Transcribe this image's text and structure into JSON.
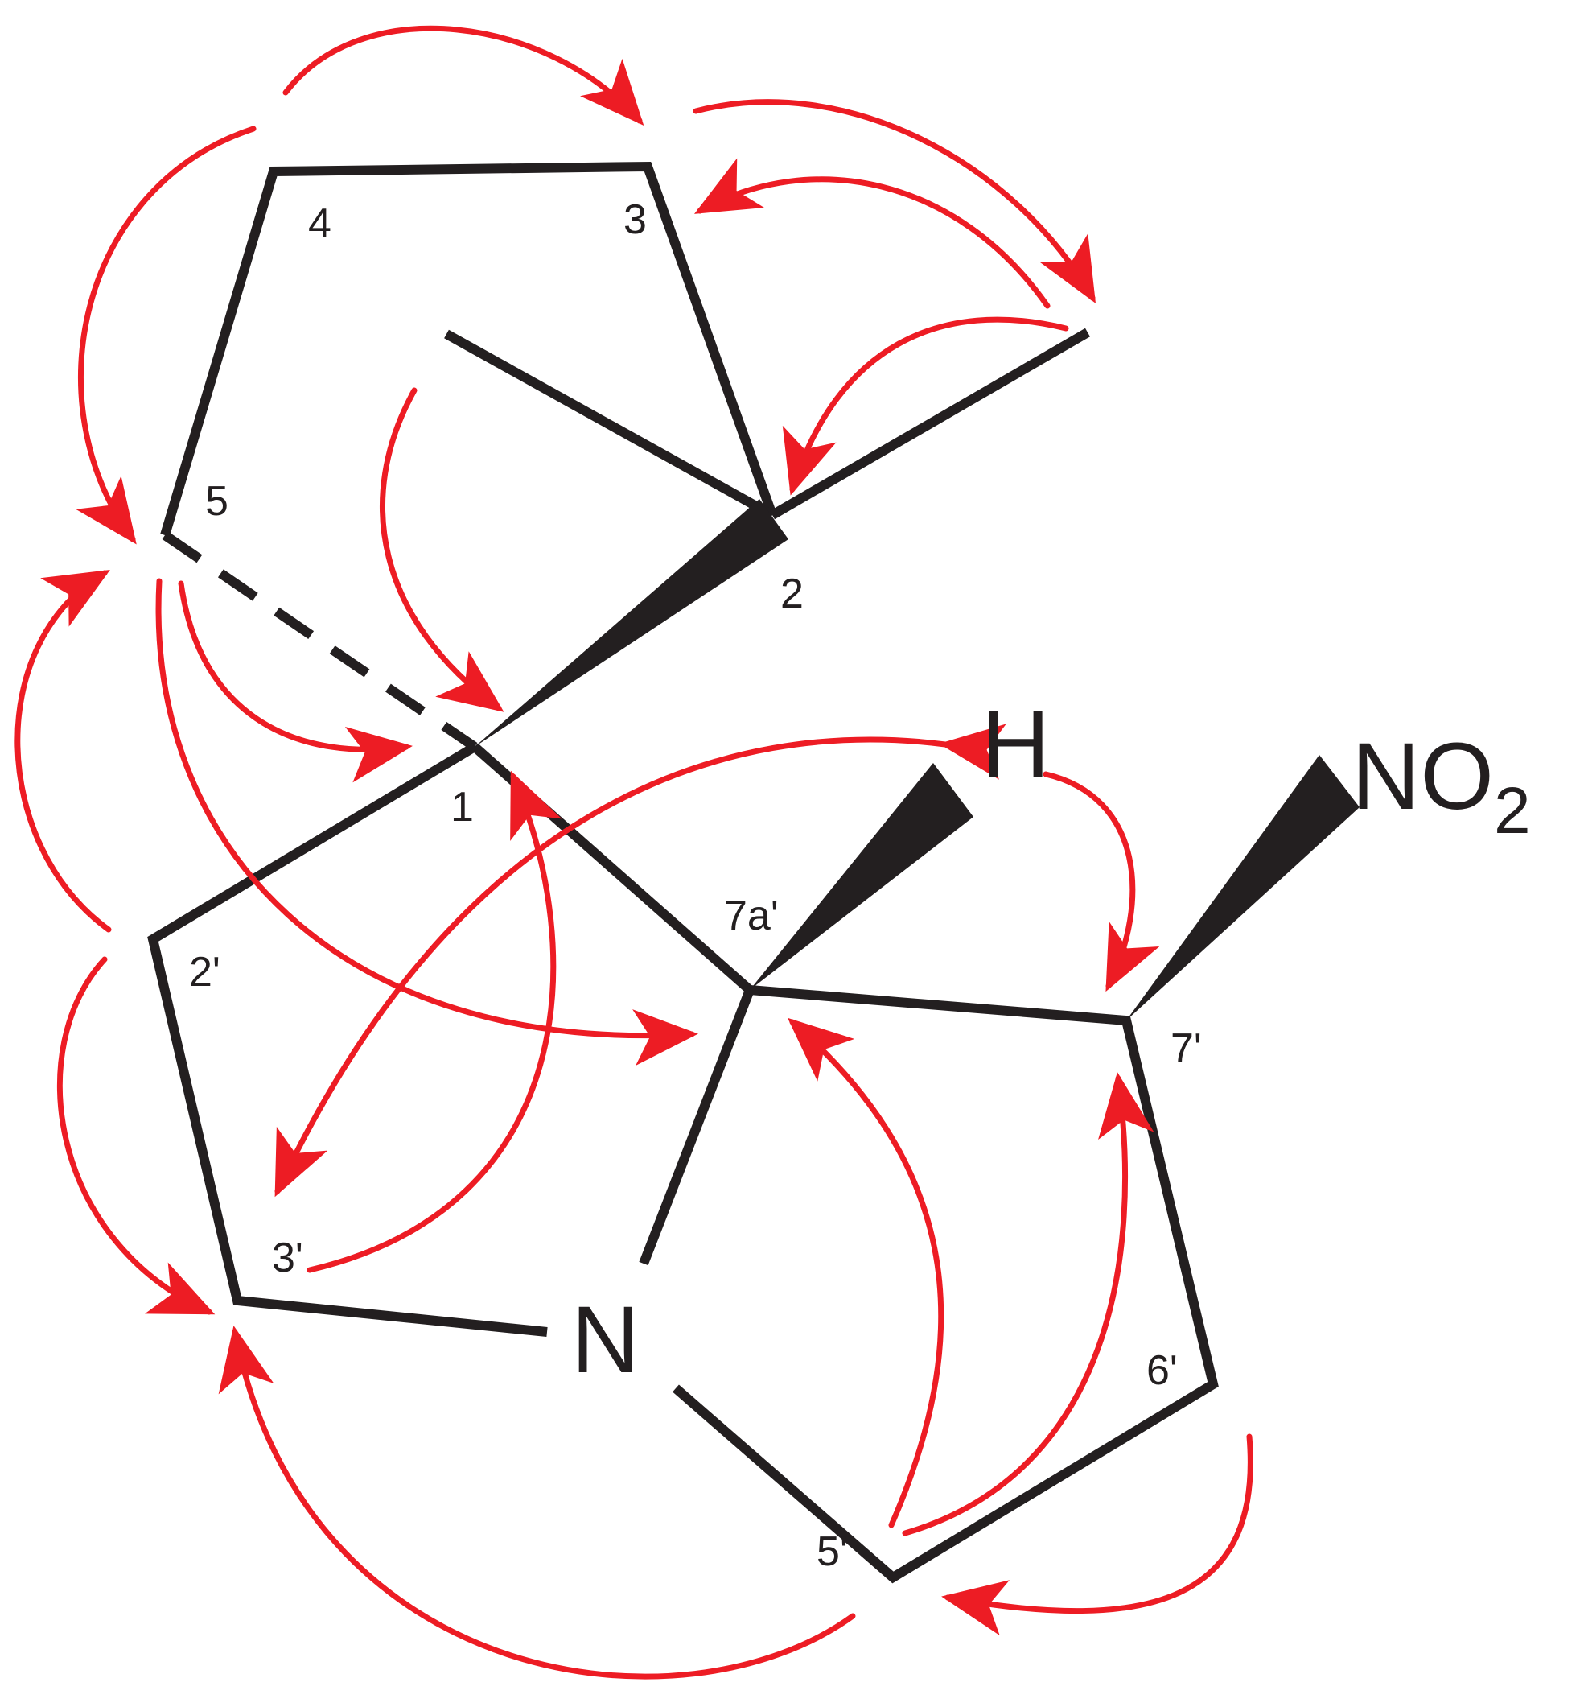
{
  "colors": {
    "bond": "#231f20",
    "arrow": "#ed1c24",
    "background": "#ffffff"
  },
  "labels": {
    "c1": "1",
    "c2": "2",
    "c3": "3",
    "c4": "4",
    "c5": "5",
    "c2p": "2'",
    "c3p": "3'",
    "c5p": "5'",
    "c6p": "6'",
    "c7p": "7'",
    "c7ap": "7a'",
    "n": "N",
    "h": "H",
    "no2_main": "NO",
    "no2_sub": "2"
  }
}
